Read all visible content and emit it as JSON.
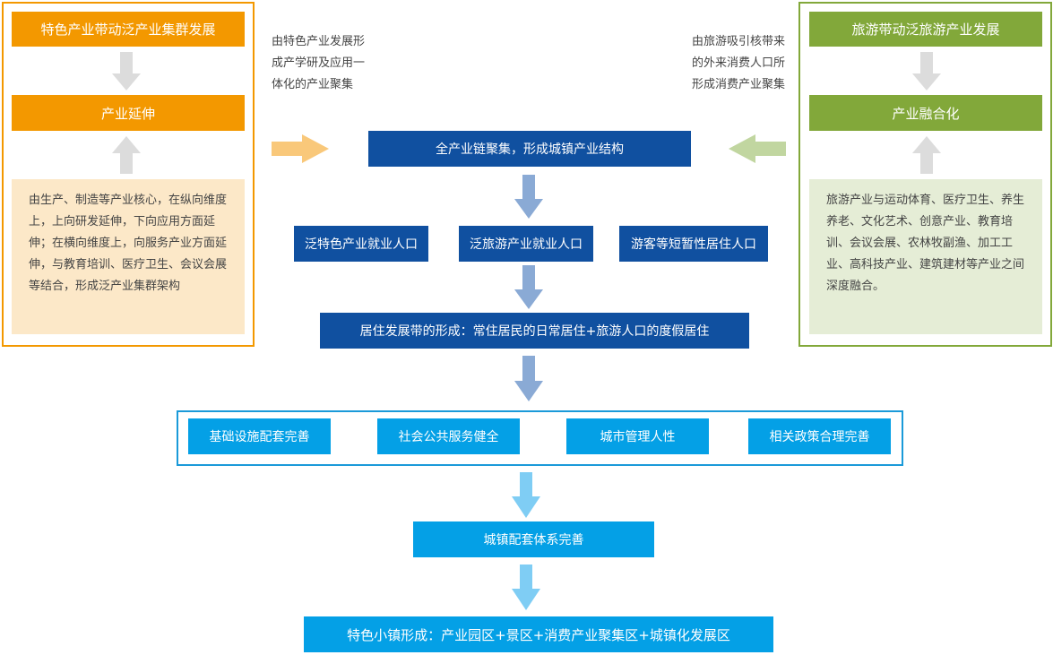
{
  "left_panel": {
    "title": "特色产业带动泛产业集群发展",
    "middle": "产业延伸",
    "description": "由生产、制造等产业核心，在纵向维度上，上向研发延伸，下向应用方面延伸；在横向维度上，向服务产业方面延伸，与教育培训、医疗卫生、会议会展等结合，形成泛产业集群架构"
  },
  "right_panel": {
    "title": "旅游带动泛旅游产业发展",
    "middle": "产业融合化",
    "description": "旅游产业与运动体育、医疗卫生、养生养老、文化艺术、创意产业、教育培训、会议会展、农林牧副渔、加工工业、高科技产业、建筑建材等产业之间深度融合。"
  },
  "left_note": "由特色产业发展形成产学研及应用一体化的产业聚集",
  "right_note": "由旅游吸引核带来的外来消费人口所形成消费产业聚集",
  "center": {
    "cluster": "全产业链聚集，形成城镇产业结构",
    "populations": [
      "泛特色产业就业人口",
      "泛旅游产业就业人口",
      "游客等短暂性居住人口"
    ],
    "residence": "居住发展带的形成：常住居民的日常居住+旅游人口的度假居住",
    "supports": [
      "基础设施配套完善",
      "社会公共服务健全",
      "城市管理人性",
      "相关政策合理完善"
    ],
    "system": "城镇配套体系完善",
    "final": "特色小镇形成：产业园区+景区+消费产业聚集区+城镇化发展区"
  },
  "colors": {
    "orange": "#f39800",
    "green": "#82a83a",
    "navy": "#1050a0",
    "sky": "#04a0e6"
  }
}
